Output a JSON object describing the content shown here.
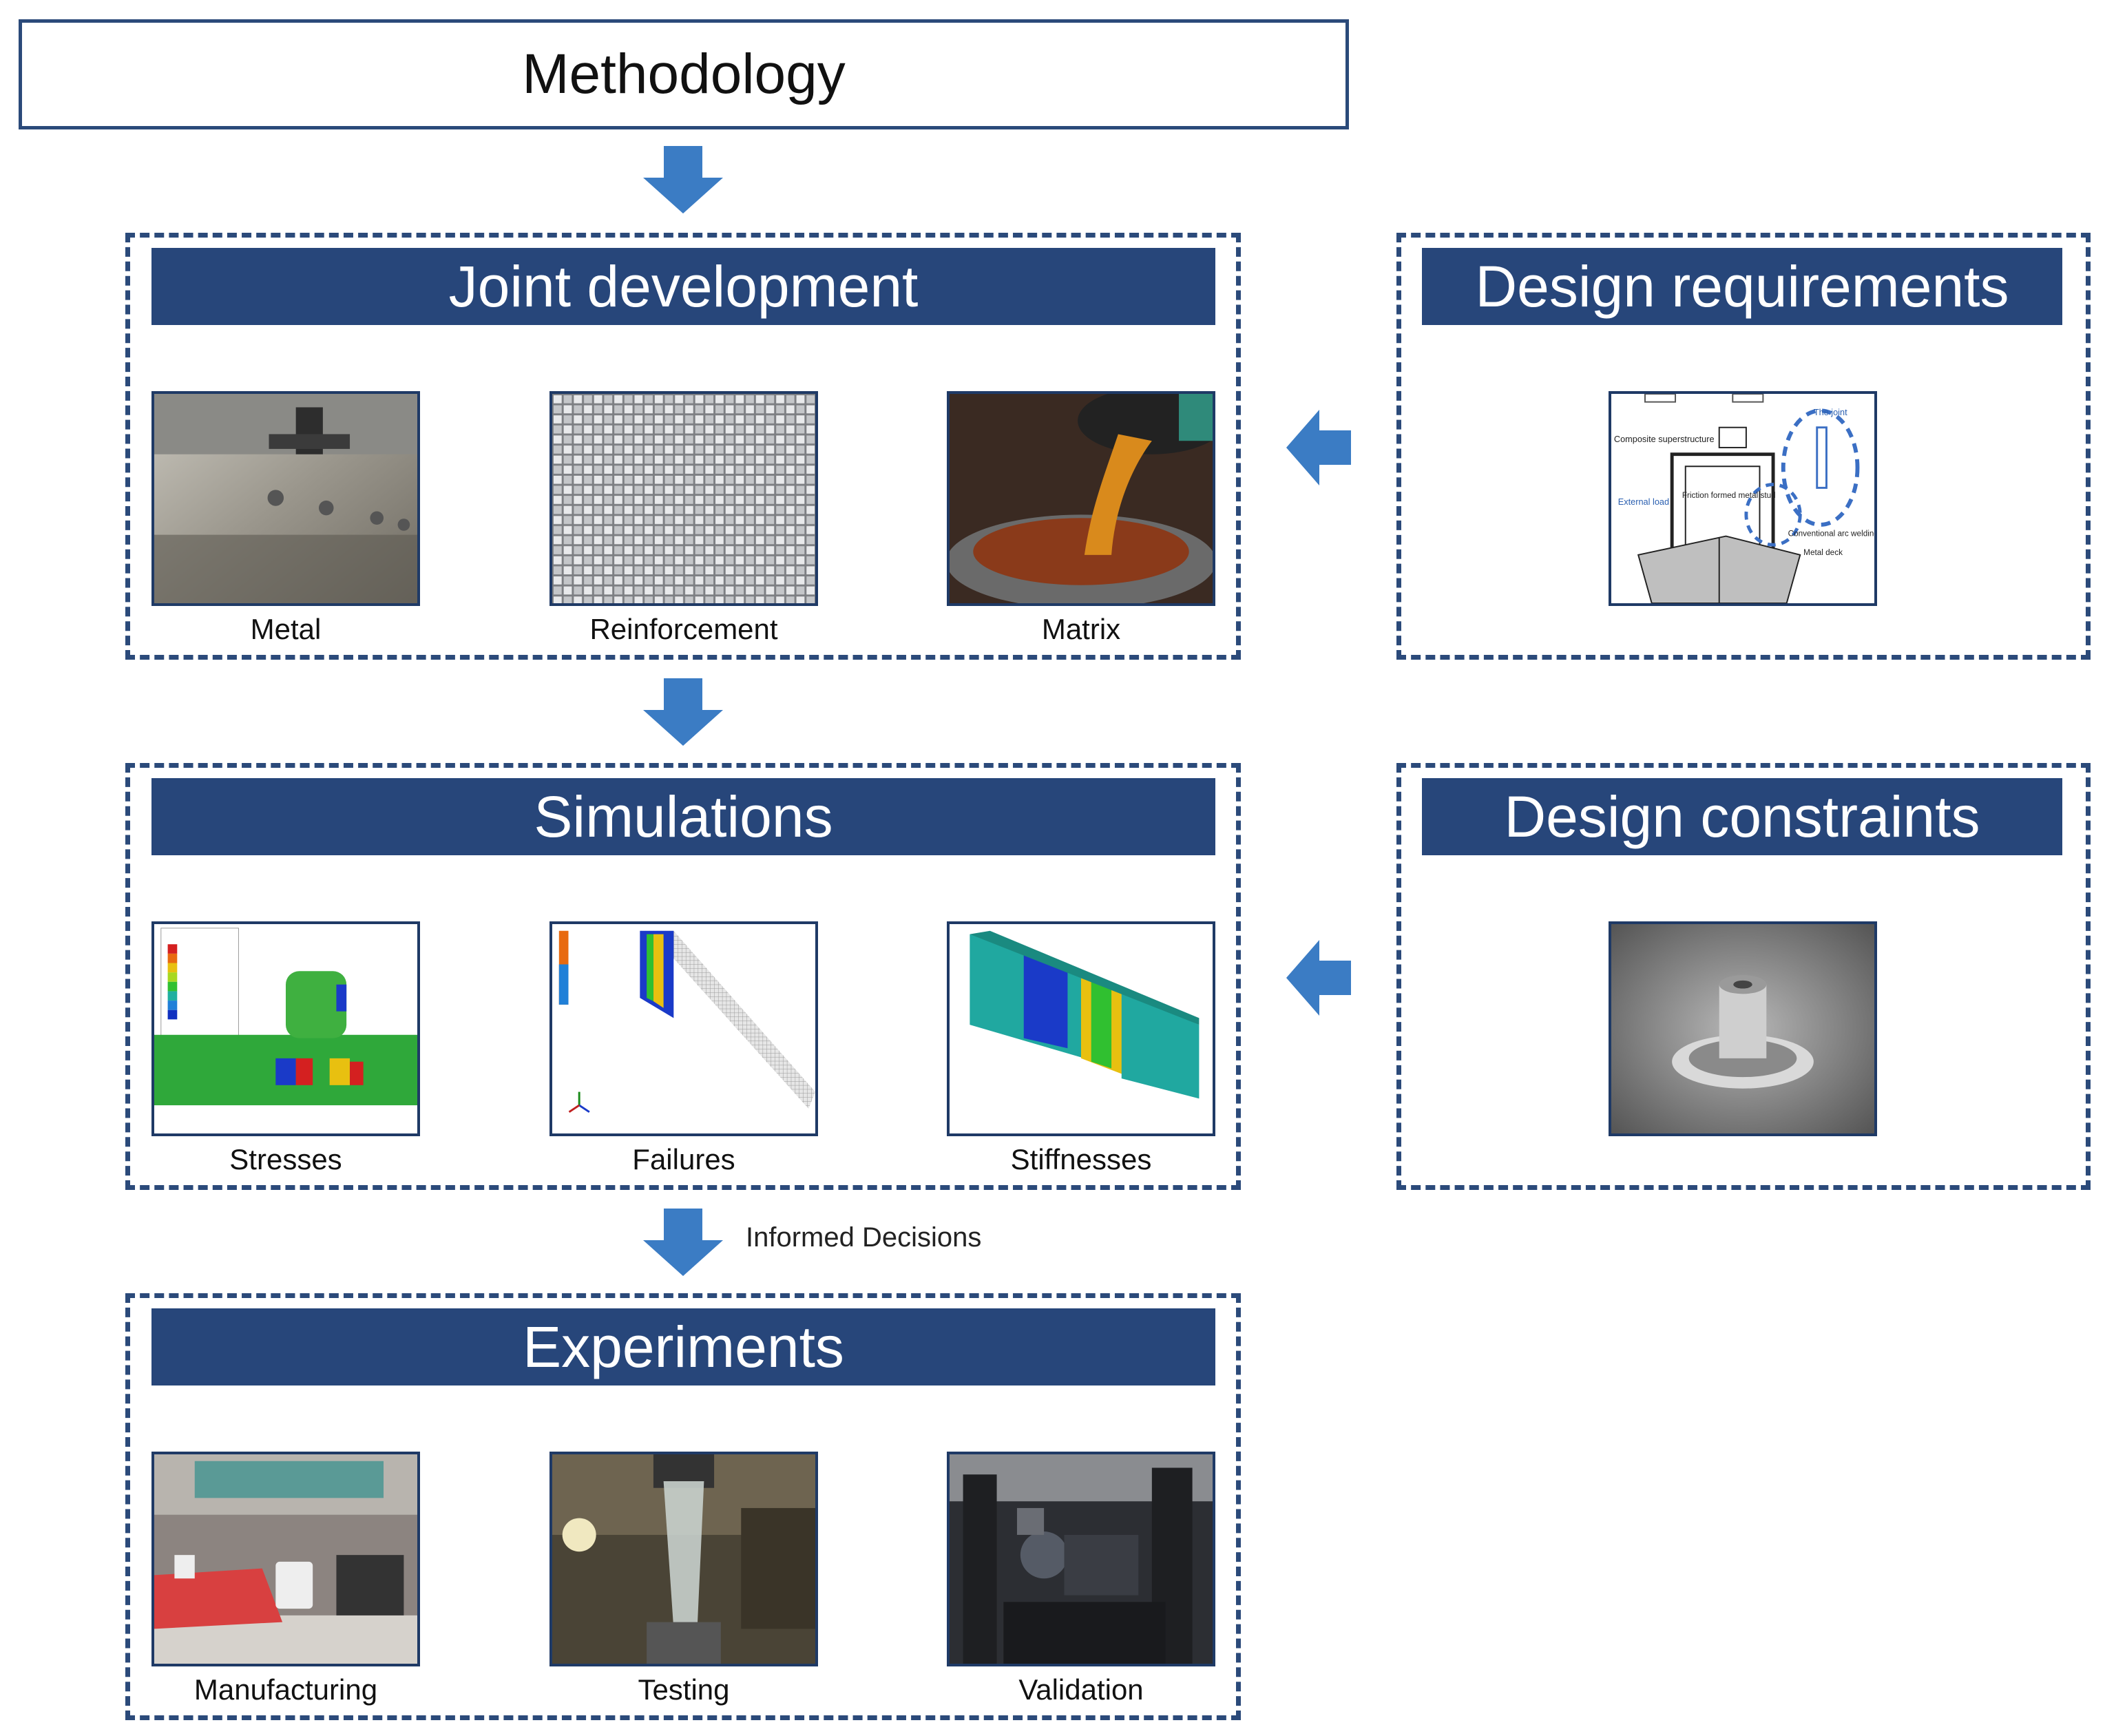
{
  "title": "Methodology",
  "joint": {
    "heading": "Joint development",
    "items": [
      "Metal",
      "Reinforcement",
      "Matrix"
    ]
  },
  "requirements": {
    "heading": "Design requirements",
    "figure_labels": [
      "The joint",
      "Composite superstructure",
      "External load",
      "Friction formed metal stud",
      "Conventional arc welding",
      "Metal deck"
    ]
  },
  "simulations": {
    "heading": "Simulations",
    "items": [
      "Stresses",
      "Failures",
      "Stiffnesses"
    ]
  },
  "constraints": {
    "heading": "Design constraints"
  },
  "informed": "Informed Decisions",
  "experiments": {
    "heading": "Experiments",
    "items": [
      "Manufacturing",
      "Testing",
      "Validation"
    ]
  },
  "colors": {
    "banner": "#27467a",
    "border": "#2b4a7a",
    "arrow": "#3b7cc4"
  }
}
